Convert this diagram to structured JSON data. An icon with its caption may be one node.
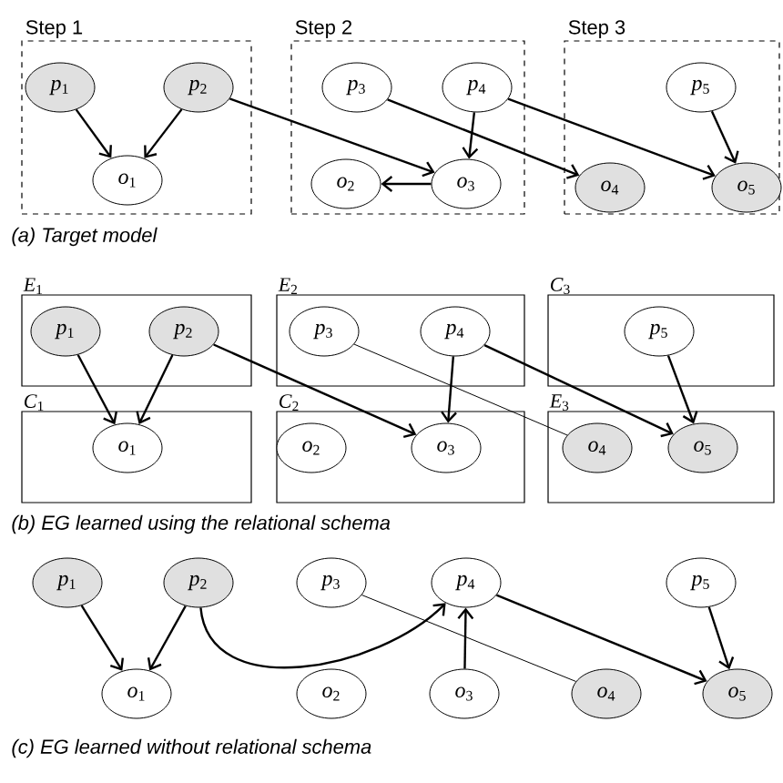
{
  "diagram": {
    "nodes": [
      {
        "text": [
          "Step 1"
        ]
      },
      {
        "text": [
          "*p*$_{1}$"
        ],
        "in": 0
      },
      {
        "text": [
          "*p*$_{2}$"
        ],
        "in": 0
      },
      {
        "text": [
          "*o*$_{1}$"
        ],
        "in": 0
      },
      {
        "text": [
          "Step 2"
        ]
      },
      {
        "text": [
          "*p*$_{3}$"
        ],
        "in": 4
      },
      {
        "text": [
          "*p*$_{4}$"
        ],
        "in": 4
      },
      {
        "text": [
          "*o*$_{2}$"
        ],
        "in": 4
      },
      {
        "text": [
          "*o*$_{3}$"
        ],
        "in": 4
      },
      {
        "text": [
          "Step 3"
        ]
      },
      {
        "text": [
          "*p*$_{5}$"
        ],
        "in": 9
      },
      {
        "text": [
          "*o*$_{4}$"
        ],
        "in": 9
      },
      {
        "text": [
          "*o*$_{5}$"
        ],
        "in": 9
      },
      {
        "text": [
          "*E*$_{1}$"
        ]
      },
      {
        "text": [
          "*p*$_{1}$"
        ],
        "in": 13
      },
      {
        "text": [
          "*p*$_{2}$"
        ],
        "in": 13
      },
      {
        "text": [
          "*E*$_{2}$"
        ]
      },
      {
        "text": [
          "*p*$_{3}$"
        ],
        "in": 16
      },
      {
        "text": [
          "*p*$_{4}$"
        ],
        "in": 16
      },
      {
        "text": [
          "*C*$_{3}$"
        ]
      },
      {
        "text": [
          "*p*$_{5}$"
        ],
        "in": 19
      },
      {
        "text": [
          "*C*$_{1}$"
        ]
      },
      {
        "text": [
          "*o*$_{1}$"
        ],
        "in": 21
      },
      {
        "text": [
          "*C*$_{2}$"
        ]
      },
      {
        "text": [
          "*o*$_{2}$"
        ],
        "in": 23
      },
      {
        "text": [
          "*o*$_{3}$"
        ],
        "in": 23
      },
      {
        "text": [
          "*E*$_{3}$"
        ]
      },
      {
        "text": [
          "*o*$_{4}$"
        ],
        "in": 26
      },
      {
        "text": [
          "*o*$_{5}$"
        ],
        "in": 26
      },
      {
        "text": [
          "*p*$_{1}$"
        ]
      },
      {
        "text": [
          "*p*$_{2}$"
        ]
      },
      {
        "text": [
          "*p*$_{3}$"
        ]
      },
      {
        "text": [
          "*p*$_{4}$"
        ]
      },
      {
        "text": [
          "*p*$_{5}$"
        ]
      },
      {
        "text": [
          "*o*$_{1}$"
        ]
      },
      {
        "text": [
          "*o*$_{2}$"
        ]
      },
      {
        "text": [
          "*o*$_{3}$"
        ]
      },
      {
        "text": [
          "*o*$_{4}$"
        ]
      },
      {
        "text": [
          "*o*$_{5}$"
        ]
      }
    ],
    "edges": [
      {
        "from": 1,
        "to": 3,
        "arrow": "to"
      },
      {
        "from": 2,
        "to": 3,
        "arrow": "to"
      },
      {
        "from": 2,
        "to": 8,
        "arrow": "to"
      },
      {
        "from": 5,
        "to": 11,
        "arrow": "to"
      },
      {
        "from": 6,
        "to": 8,
        "arrow": "to"
      },
      {
        "from": 6,
        "to": 12,
        "arrow": "to"
      },
      {
        "from": 8,
        "to": 7,
        "arrow": "to"
      },
      {
        "from": 10,
        "to": 12,
        "arrow": "to"
      },
      {
        "from": 14,
        "to": 22,
        "arrow": "to"
      },
      {
        "from": 15,
        "to": 22,
        "arrow": "to"
      },
      {
        "from": 15,
        "to": 25,
        "arrow": "to"
      },
      {
        "from": 17,
        "to": 27,
        "arrow": "none"
      },
      {
        "from": 18,
        "to": 25,
        "arrow": "to"
      },
      {
        "from": 18,
        "to": 28,
        "arrow": "to"
      },
      {
        "from": 20,
        "to": 28,
        "arrow": "to"
      },
      {
        "from": 29,
        "to": 34,
        "arrow": "to"
      },
      {
        "from": 30,
        "to": 34,
        "arrow": "to"
      },
      {
        "from": 30,
        "to": 32,
        "arrow": "to"
      },
      {
        "from": 31,
        "to": 37,
        "arrow": "none"
      },
      {
        "from": 36,
        "to": 32,
        "arrow": "to"
      },
      {
        "from": 32,
        "to": 38,
        "arrow": "to"
      },
      {
        "from": 33,
        "to": 38,
        "arrow": "to"
      }
    ],
    "labels": [
      "(a) Target model",
      "(b) EG learned using the relational schema",
      "(c) EG learned without relational schema"
    ]
  }
}
